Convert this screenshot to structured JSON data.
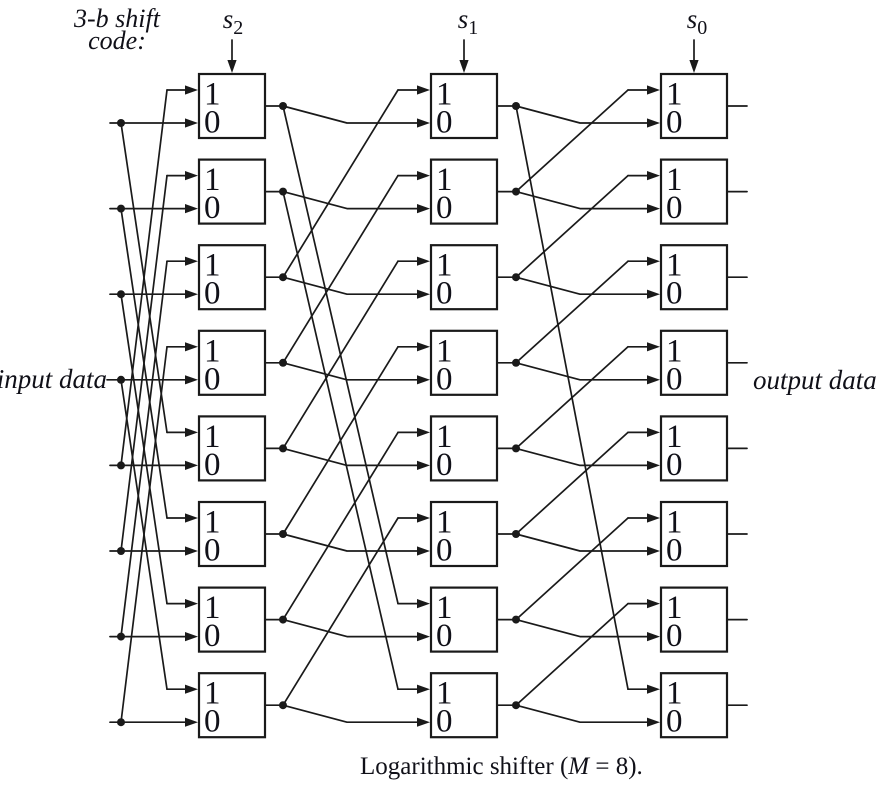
{
  "title_note": {
    "lines": [
      "3-b shift",
      "code:"
    ]
  },
  "labels": {
    "input": "input data",
    "output": "output data"
  },
  "caption": {
    "prefix": "Logarithmic shifter (",
    "m": "M",
    "suffix": " = 8)."
  },
  "mux": {
    "one_label": "1",
    "zero_label": "0"
  },
  "controls": [
    {
      "name": "s2",
      "base": "s",
      "sub": "2"
    },
    {
      "name": "s1",
      "base": "s",
      "sub": "1"
    },
    {
      "name": "s0",
      "base": "s",
      "sub": "0"
    }
  ],
  "diagram": {
    "type": "logarithmic-shifter",
    "rows": 8,
    "columns": [
      {
        "control": "s2",
        "shift": 4,
        "one_input_source_rows": [
          4,
          5,
          6,
          7,
          0,
          1,
          2,
          3
        ]
      },
      {
        "control": "s1",
        "shift": 2,
        "one_input_source_rows": [
          2,
          3,
          4,
          5,
          6,
          7,
          0,
          1
        ]
      },
      {
        "control": "s0",
        "shift": 1,
        "one_input_source_rows": [
          1,
          2,
          3,
          4,
          5,
          6,
          7,
          0
        ]
      }
    ]
  },
  "colors": {
    "line": "#1a1a1a",
    "text": "#101018",
    "background": "#ffffff"
  }
}
